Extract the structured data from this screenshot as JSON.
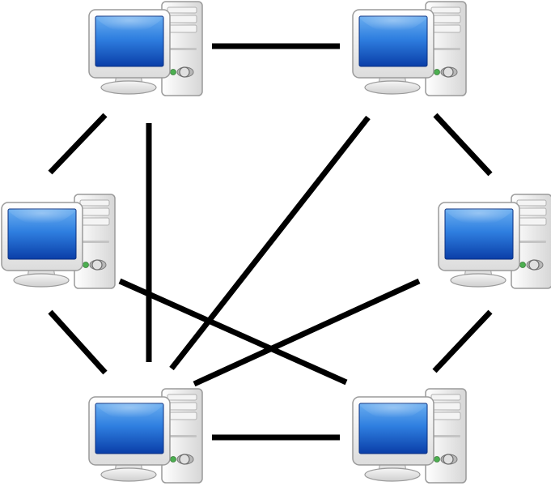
{
  "diagram": {
    "type": "network-topology",
    "topology": "mesh",
    "colors": {
      "link": "#000000",
      "background": "#ffffff",
      "screen_light": "#6aaef0",
      "screen_mid": "#2f7fe0",
      "screen_dark": "#0a3ea8",
      "bezel": "#f2f2f2",
      "bezel_edge": "#a8a8a8",
      "case": "#eeeeee",
      "power_led": "#4caf50"
    },
    "nodes": [
      {
        "id": "pc-top-left",
        "icon": "desktop-computer-icon"
      },
      {
        "id": "pc-top-right",
        "icon": "desktop-computer-icon"
      },
      {
        "id": "pc-middle-left",
        "icon": "desktop-computer-icon"
      },
      {
        "id": "pc-middle-right",
        "icon": "desktop-computer-icon"
      },
      {
        "id": "pc-bottom-left",
        "icon": "desktop-computer-icon"
      },
      {
        "id": "pc-bottom-right",
        "icon": "desktop-computer-icon"
      }
    ],
    "links": [
      {
        "from": "pc-top-left",
        "to": "pc-top-right"
      },
      {
        "from": "pc-top-left",
        "to": "pc-middle-left"
      },
      {
        "from": "pc-top-left",
        "to": "pc-bottom-left"
      },
      {
        "from": "pc-top-right",
        "to": "pc-middle-right"
      },
      {
        "from": "pc-top-right",
        "to": "pc-bottom-left"
      },
      {
        "from": "pc-middle-left",
        "to": "pc-bottom-left"
      },
      {
        "from": "pc-middle-left",
        "to": "pc-bottom-right"
      },
      {
        "from": "pc-middle-right",
        "to": "pc-bottom-left"
      },
      {
        "from": "pc-middle-right",
        "to": "pc-bottom-right"
      },
      {
        "from": "pc-bottom-left",
        "to": "pc-bottom-right"
      }
    ]
  }
}
